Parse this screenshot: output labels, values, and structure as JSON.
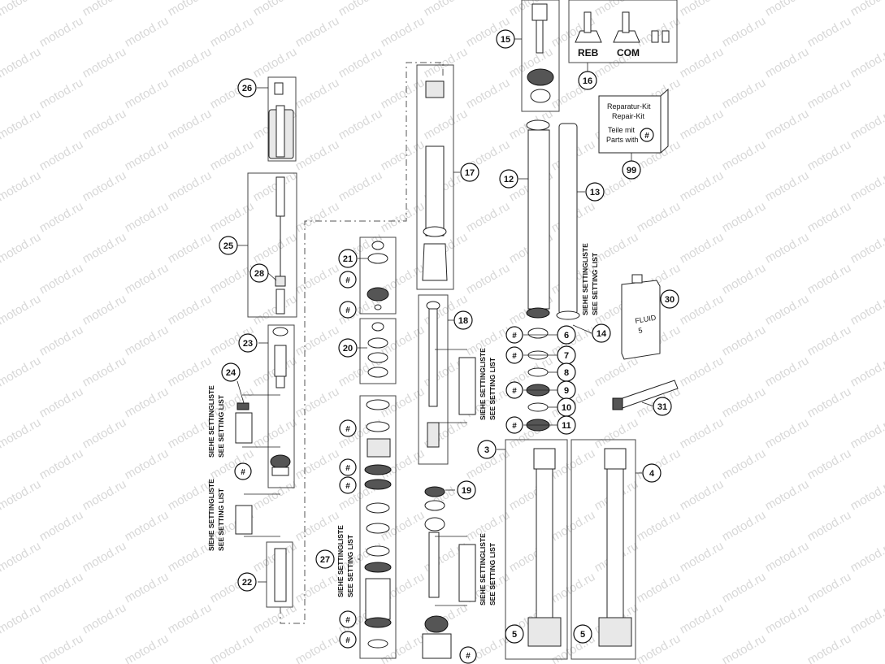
{
  "watermark": "motod.ru",
  "callouts": {
    "c3": "3",
    "c4": "4",
    "c5a": "5",
    "c5b": "5",
    "c6": "6",
    "c7": "7",
    "c8": "8",
    "c9": "9",
    "c10": "10",
    "c11": "11",
    "c12": "12",
    "c13": "13",
    "c14": "14",
    "c15": "15",
    "c16": "16",
    "c17": "17",
    "c18": "18",
    "c19": "19",
    "c20": "20",
    "c21": "21",
    "c22": "22",
    "c23": "23",
    "c24": "24",
    "c25": "25",
    "c26": "26",
    "c27": "27",
    "c28": "28",
    "c30": "30",
    "c31": "31",
    "c99": "99"
  },
  "hash_symbol": "#",
  "kit16": {
    "reb": "REB",
    "com": "COM"
  },
  "repair_kit": {
    "line1": "Reparatur-Kit",
    "line2": "Repair-Kit",
    "line3": "Teile mit",
    "line4": "Parts with"
  },
  "setting_note": {
    "de": "SIEHE SETTINGLISTE",
    "en": "SEE SETTING LIST"
  },
  "fluid_can": {
    "line1": "FLUID",
    "line2": "5"
  }
}
